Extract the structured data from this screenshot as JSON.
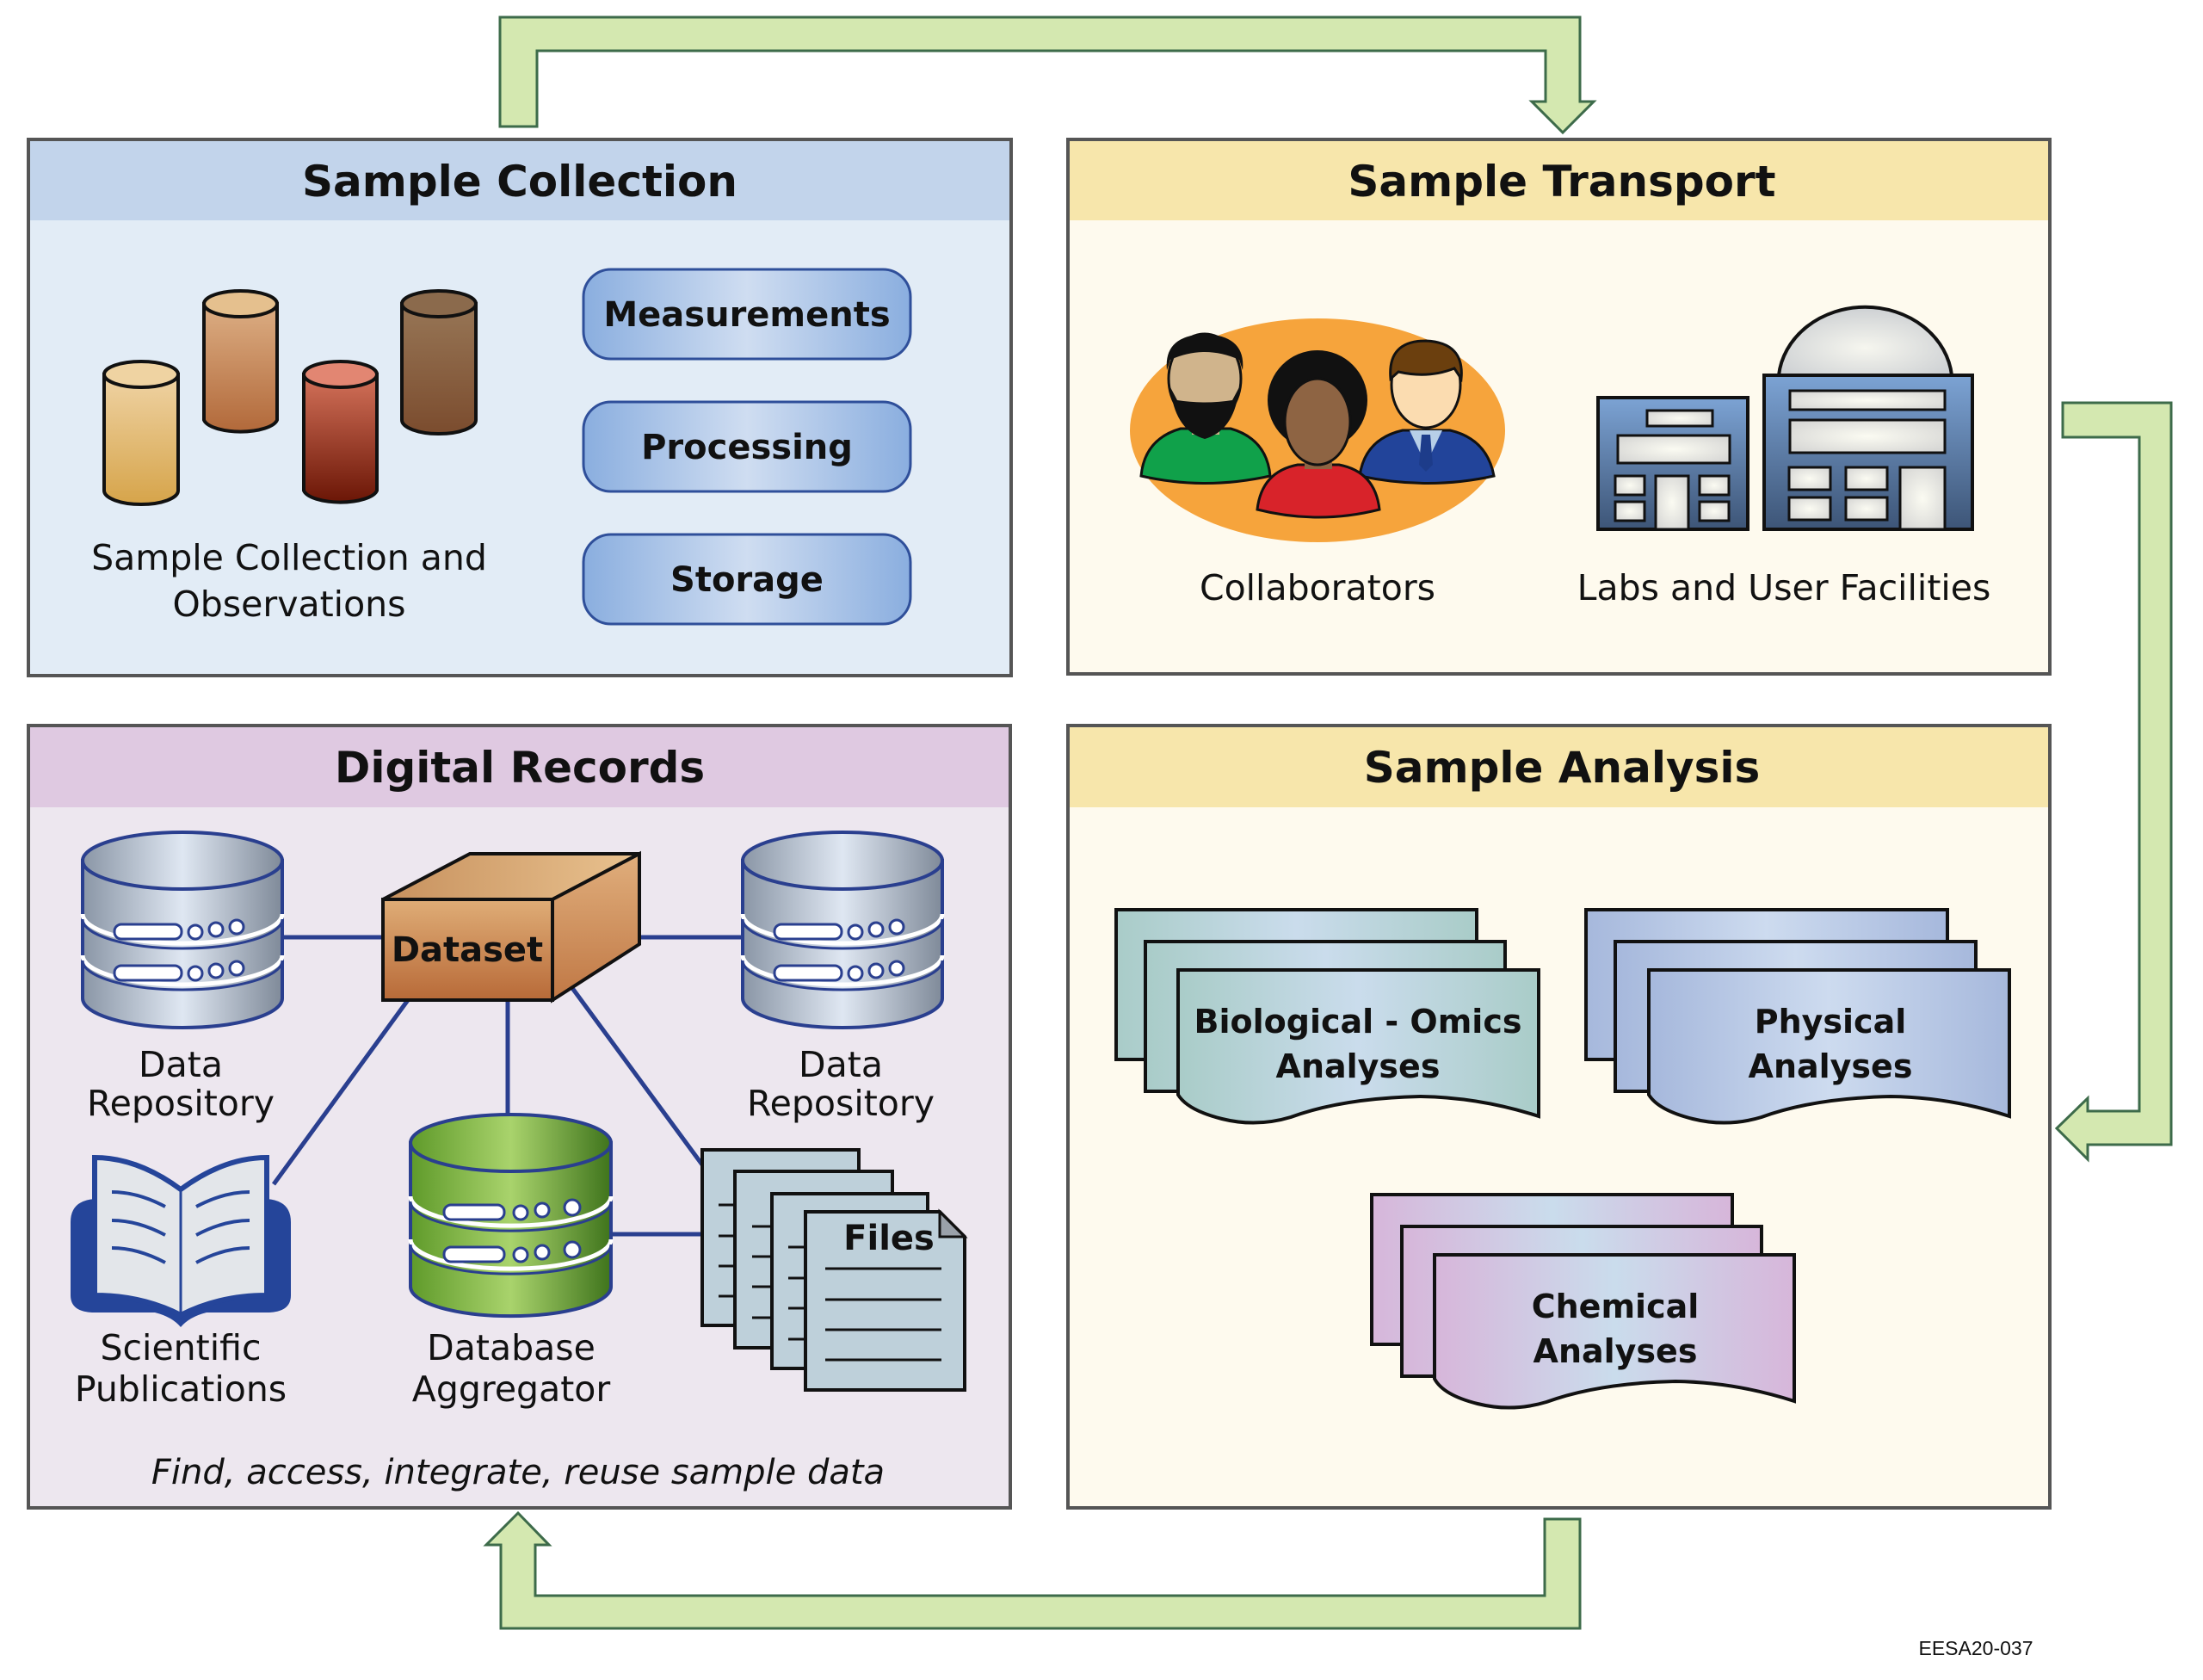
{
  "figure_code": "EESA20-037",
  "colors": {
    "arrow_fill": "#d4e8b0",
    "arrow_stroke": "#3d6b4a",
    "collection_header": "#c2d4eb",
    "collection_body": "#e2ecf6",
    "transport_header": "#f7e6ab",
    "transport_body": "#fefaee",
    "records_header": "#dfc9e1",
    "records_body": "#ede7ef",
    "analysis_header": "#f7e6ab",
    "analysis_body": "#fefaee",
    "link_line": "#2a3f8f"
  },
  "panels": {
    "collection": {
      "title": "Sample Collection",
      "icon_label_lines": [
        "Sample Collection and",
        "Observations"
      ],
      "steps": [
        "Measurements",
        "Processing",
        "Storage"
      ]
    },
    "transport": {
      "title": "Sample Transport",
      "collaborators_label": "Collaborators",
      "facilities_label": "Labs and User Facilities"
    },
    "records": {
      "title": "Digital Records",
      "hub_label": "Dataset",
      "repository_left_lines": [
        "Data",
        "Repository"
      ],
      "repository_right_lines": [
        "Data",
        "Repository"
      ],
      "publications_lines": [
        "Scientific",
        "Publications"
      ],
      "aggregator_lines": [
        "Database",
        "Aggregator"
      ],
      "files_label": "Files",
      "caption": "Find, access, integrate, reuse sample data"
    },
    "analysis": {
      "title": "Sample Analysis",
      "stacks": [
        {
          "lines": [
            "Biological - Omics",
            "Analyses"
          ]
        },
        {
          "lines": [
            "Physical",
            "Analyses"
          ]
        },
        {
          "lines": [
            "Chemical",
            "Analyses"
          ]
        }
      ]
    }
  },
  "flow": [
    {
      "from": "Sample Collection",
      "to": "Sample Transport"
    },
    {
      "from": "Sample Transport",
      "to": "Sample Analysis"
    },
    {
      "from": "Sample Analysis",
      "to": "Digital Records"
    }
  ]
}
